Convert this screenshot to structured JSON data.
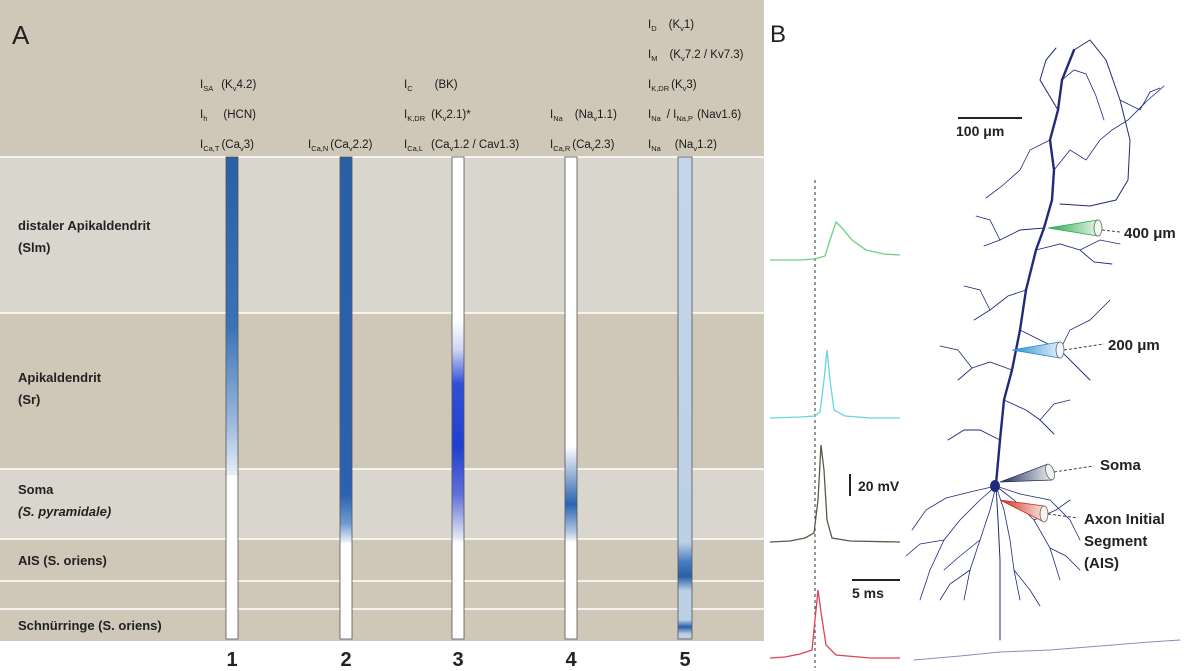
{
  "panel_a": {
    "letter": "A",
    "header_groups": [
      {
        "lines": [
          {
            "main": "I",
            "sub": "SA",
            "chan": "(K",
            "chansub": "v",
            "rest": "4.2)"
          },
          {
            "main": "I",
            "sub": "h",
            "chan": "(HCN)",
            "chansub": "",
            "rest": ""
          },
          {
            "main": "I",
            "sub": "Ca,T",
            "chan": "(Ca",
            "chansub": "v",
            "rest": "3)"
          }
        ]
      },
      {
        "lines": [
          {
            "main": "I",
            "sub": "Ca,N",
            "chan": "(Ca",
            "chansub": "v",
            "rest": "2.2)"
          }
        ]
      },
      {
        "lines": [
          {
            "main": "I",
            "sub": "C",
            "chan": "(BK)",
            "chansub": "",
            "rest": ""
          },
          {
            "main": "I",
            "sub": "K,DR",
            "chan": "(K",
            "chansub": "v",
            "rest": "2.1)*"
          },
          {
            "main": "I",
            "sub": "Ca,L",
            "chan": "(Ca",
            "chansub": "v",
            "rest": "1.2 / Cav1.3)"
          }
        ]
      },
      {
        "lines": [
          {
            "main": "I",
            "sub": "Na",
            "chan": "(Na",
            "chansub": "v",
            "rest": "1.1)"
          },
          {
            "main": "I",
            "sub": "Ca,R",
            "chan": "(Ca",
            "chansub": "v",
            "rest": "2.3)"
          }
        ]
      },
      {
        "lines": [
          {
            "main": "I",
            "sub": "D",
            "chan": "(K",
            "chansub": "v",
            "rest": "1)"
          },
          {
            "main": "I",
            "sub": "M",
            "chan": "(K",
            "chansub": "v",
            "rest": "7.2 / Kv7.3)"
          },
          {
            "main": "I",
            "sub": "K,DR",
            "chan": "(K",
            "chansub": "v",
            "rest": "3)"
          },
          {
            "main": "I",
            "sub": "Na",
            "chan": "/ I",
            "chansub": "Na,P",
            "rest": "(Nav1.6)"
          },
          {
            "main": "I",
            "sub": "Na",
            "chan": "(Na",
            "chansub": "v",
            "rest": "1.2)"
          }
        ]
      }
    ],
    "regions": [
      {
        "line1": "distaler Apikaldendrit",
        "line2": "(Slm)"
      },
      {
        "line1": "Apikaldendrit",
        "line2": "(Sr)"
      },
      {
        "line1": "Soma",
        "line2": "(S. pyramidale)"
      },
      {
        "line1": "AIS (S. oriens)",
        "line2": ""
      },
      {
        "line1": "",
        "line2": ""
      },
      {
        "line1": "Schnürringe (S. oriens)",
        "line2": ""
      }
    ],
    "column_numbers": [
      "1",
      "2",
      "3",
      "4",
      "5"
    ],
    "colors": {
      "band_light": "#d9d6cd",
      "band_dark": "#cfc7b8",
      "header": "#cfc7b8",
      "blue_dark": "#2a5fa8",
      "blue_mid": "#1f3fd0"
    }
  },
  "panel_b": {
    "letter": "B",
    "scale_bar_neuron": "100 μm",
    "scale_bar_voltage": "20 mV",
    "scale_bar_time": "5 ms",
    "recording_labels": [
      "400 μm",
      "200 μm",
      "Soma",
      "Axon Initial",
      "Segment",
      "(AIS)"
    ],
    "trace_colors": [
      "#6fcf7f",
      "#6ad4e0",
      "#5a5a48",
      "#e0405a"
    ],
    "electrode_colors": [
      "#2fa850",
      "#2a8ed0",
      "#1f2f5a",
      "#d03020"
    ],
    "neuron_color": "#1f2a7a"
  }
}
